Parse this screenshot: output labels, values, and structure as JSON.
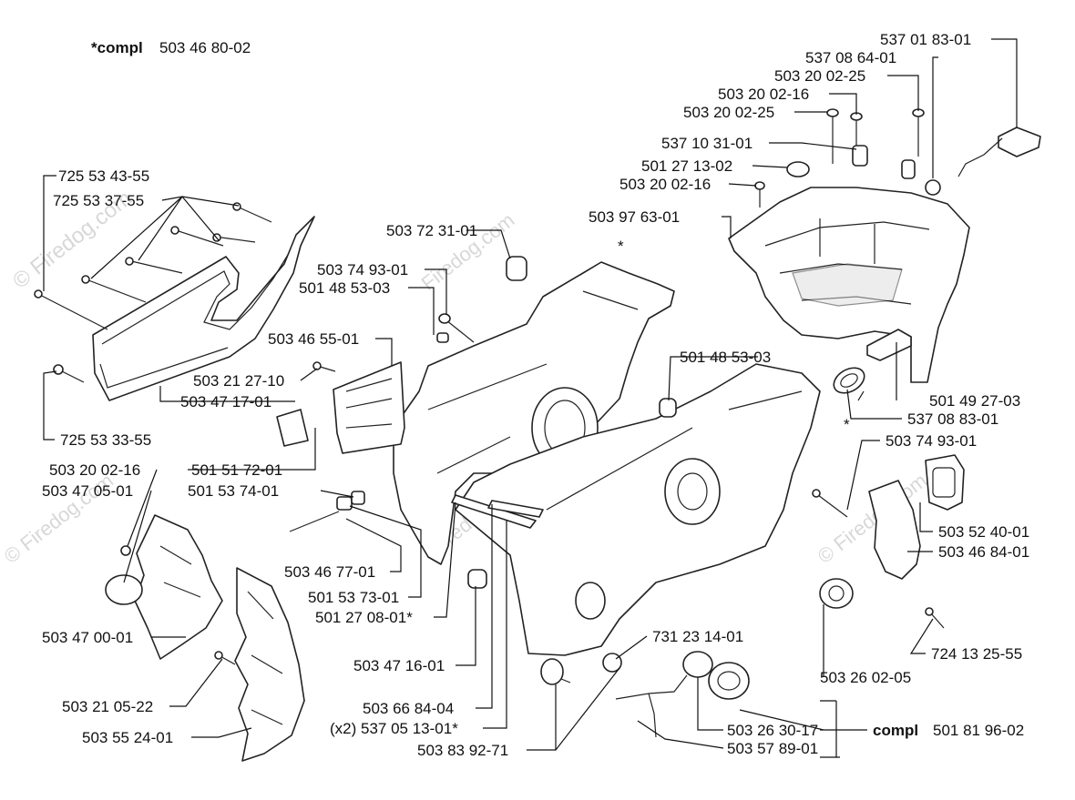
{
  "watermark": {
    "text": "© Firedog.com",
    "short": "Firedog.com"
  },
  "kit_top": {
    "prefix": "*compl",
    "number": "503 46 80-02"
  },
  "kit_bottom": {
    "prefix": "compl",
    "number": "501 81 96-02"
  },
  "stars": {
    "a": "*",
    "b": "*"
  },
  "parts": {
    "p1": "537 01 83-01",
    "p2": "537 08 64-01",
    "p3": "503 20 02-25",
    "p4": "503 20 02-16",
    "p5": "503 20 02-25",
    "p6": "537 10 31-01",
    "p7": "501 27 13-02",
    "p8": "503 20 02-16",
    "p9": "503 97 63-01",
    "p10": "725 53 43-55",
    "p11": "725 53 37-55",
    "p12": "503 72 31-01",
    "p13": "503 74 93-01",
    "p14": "501 48 53-03",
    "p15": "503 46 55-01",
    "p16": "501 48 53-03",
    "p17": "503 21 27-10",
    "p18": "503 47 17-01",
    "p19": "501 49 27-03",
    "p20": "537 08 83-01",
    "p21": "725 53 33-55",
    "p22": "503 74 93-01",
    "p23": "503 20 02-16",
    "p24": "501 51 72-01",
    "p25": "503 47 05-01",
    "p26": "501 53 74-01",
    "p27": "503 52 40-01",
    "p28": "503 46 84-01",
    "p29": "503 46 77-01",
    "p30": "501 53 73-01",
    "p31": "501 27 08-01*",
    "p32": "503 47 00-01",
    "p33": "731 23 14-01",
    "p34": "724 13 25-55",
    "p35": "503 47 16-01",
    "p36": "503 26 02-05",
    "p37": "503 21 05-22",
    "p38": "503 66 84-04",
    "p39": "503 55 24-01",
    "p40": "(x2) 537 05 13-01*",
    "p41": "503 26 30-17",
    "p42": "503 83 92-71",
    "p43": "503 57 89-01"
  }
}
